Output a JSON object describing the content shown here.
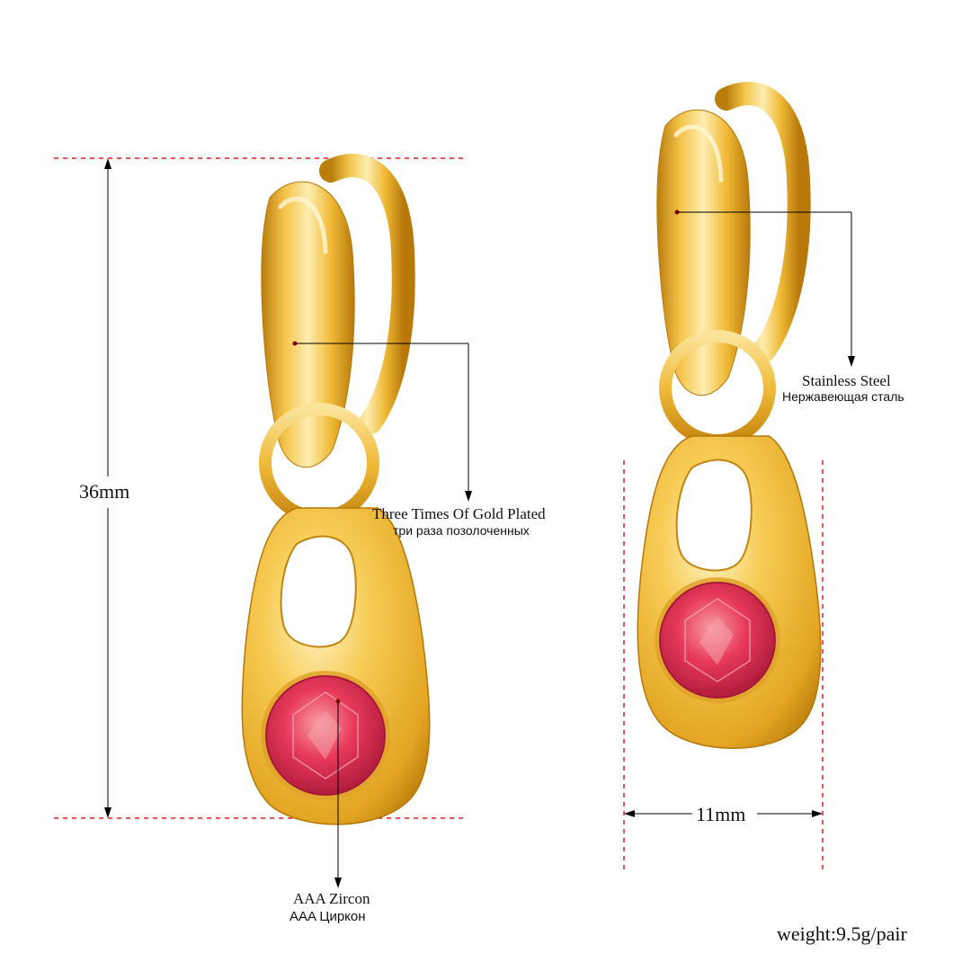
{
  "dimensions": {
    "height": "36mm",
    "width": "11mm"
  },
  "callouts": {
    "plating_en": "Three Times Of Gold Plated",
    "plating_ru": "три раза позолоченных",
    "steel_en": "Stainless Steel",
    "steel_ru": "Нержавеющая сталь",
    "zircon_en": "AAA Zircon",
    "zircon_ru": "AAA Циркон"
  },
  "weight": "weight:9.5g/pair",
  "colors": {
    "dimension_line": "#d2232a",
    "gold_light": "#fce9a8",
    "gold_mid": "#f0c040",
    "gold_dark": "#c88a10",
    "stone": "#e8395a",
    "stone_dark": "#a81838"
  }
}
